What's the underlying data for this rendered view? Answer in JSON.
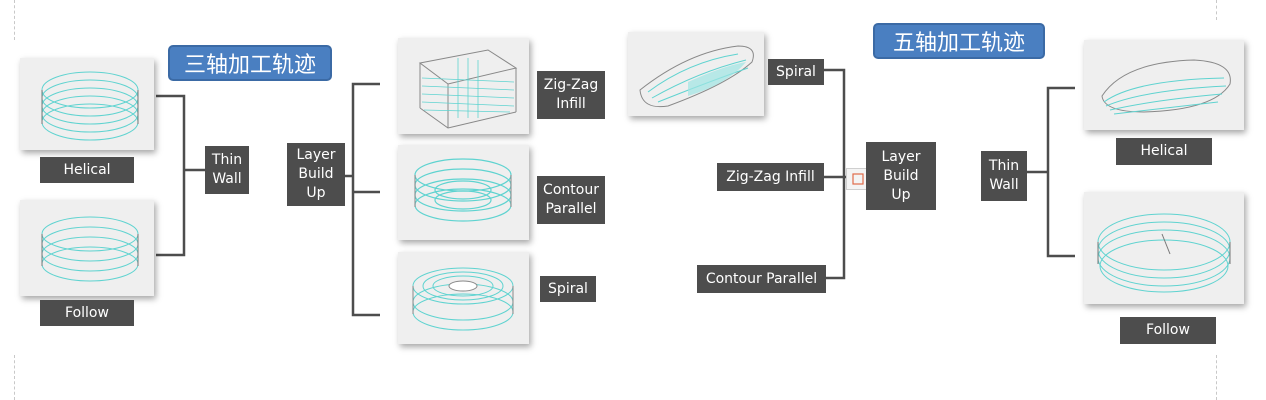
{
  "three_axis": {
    "title": "三轴加工轨迹",
    "helical_label": "Helical",
    "follow_label": "Follow",
    "thin_wall_label": "Thin\nWall",
    "layer_build_up_label": "Layer\nBuild\nUp",
    "zigzag_label": "Zig-Zag\nInfill",
    "contour_label": "Contour\nParallel",
    "spiral_label": "Spiral"
  },
  "five_axis": {
    "title": "五轴加工轨迹",
    "spiral_label": "Spiral",
    "zigzag_label": "Zig-Zag Infill",
    "contour_label": "Contour Parallel",
    "layer_build_up_label": "Layer\nBuild\nUp",
    "thin_wall_label": "Thin\nWall",
    "helical_label": "Helical",
    "follow_label": "Follow"
  },
  "colors": {
    "title_fill": "#4a7fc1",
    "label_fill": "#4d4d4d",
    "connector": "#4d4d4d",
    "toolpath": "#5fd3d0"
  }
}
